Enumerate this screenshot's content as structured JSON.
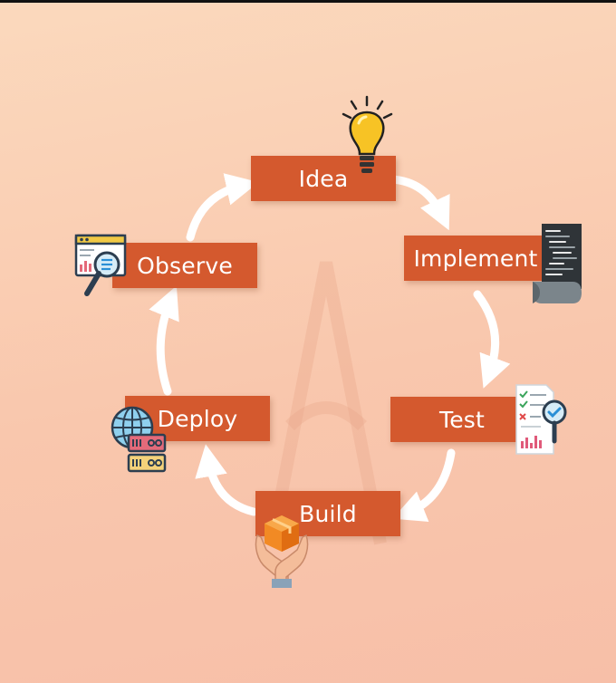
{
  "diagram": {
    "stages": {
      "idea": "Idea",
      "implement": "Implement",
      "test": "Test",
      "build": "Build",
      "deploy": "Deploy",
      "observe": "Observe"
    },
    "colors": {
      "stage_fill": "#d4592e",
      "stage_text": "#ffffff",
      "arrow": "#ffffff"
    },
    "icons": {
      "idea": "lightbulb-icon",
      "implement": "code-document-icon",
      "test": "test-report-icon",
      "build": "package-hands-icon",
      "deploy": "globe-server-icon",
      "observe": "monitor-magnifier-icon"
    }
  }
}
